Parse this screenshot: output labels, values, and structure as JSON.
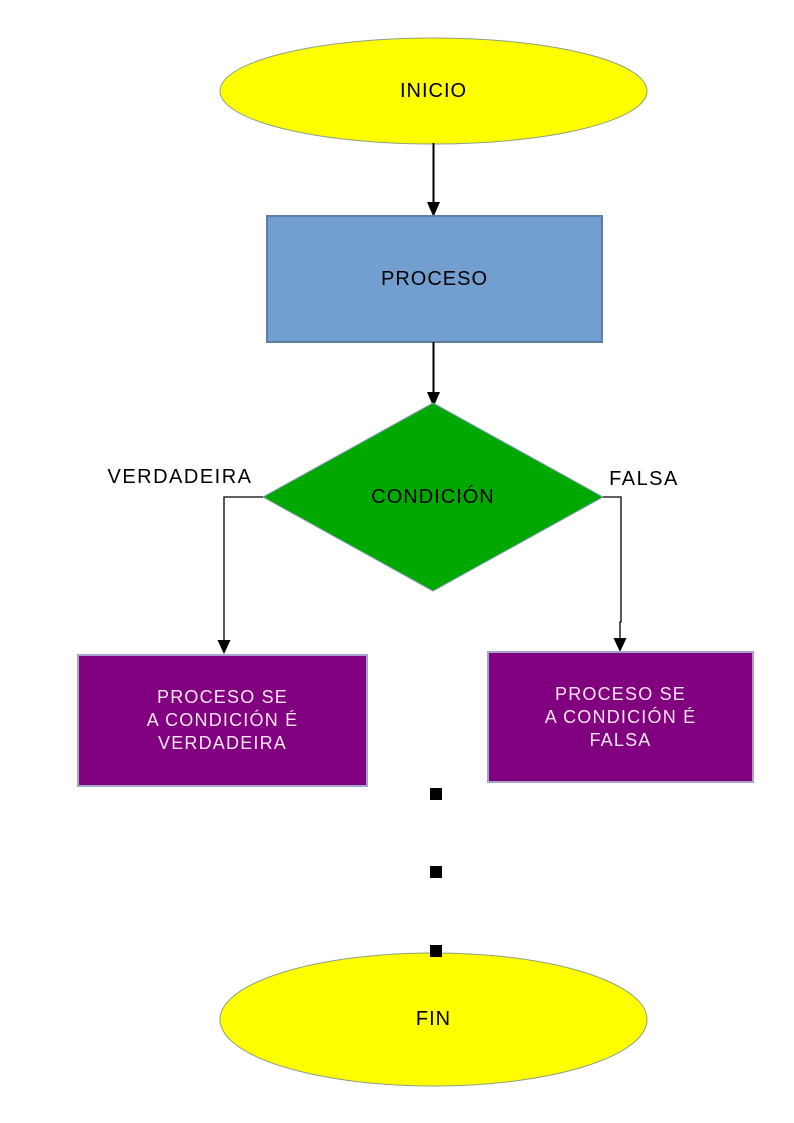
{
  "flowchart": {
    "nodes": {
      "inicio": {
        "label": "INICIO",
        "shape": "ellipse",
        "fill": "#FFFF00"
      },
      "proceso": {
        "label": "PROCESO",
        "shape": "rectangle",
        "fill": "#729FCF"
      },
      "condicion": {
        "label": "CONDICIÓN",
        "shape": "diamond",
        "fill": "#00A800"
      },
      "proceso_verdadeira": {
        "lines": [
          "PROCESO SE",
          "A CONDICIÓN É",
          "VERDADEIRA"
        ],
        "shape": "rectangle",
        "fill": "#800080",
        "text_color": "#FFE6F2"
      },
      "proceso_falsa": {
        "lines": [
          "PROCESO SE",
          "A CONDICIÓN É",
          "FALSA"
        ],
        "shape": "rectangle",
        "fill": "#800080",
        "text_color": "#FFE6F2"
      },
      "fin": {
        "label": "FIN",
        "shape": "ellipse",
        "fill": "#FFFF00"
      }
    },
    "branch_labels": {
      "true": "VERDADEIRA",
      "false": "FALSA"
    },
    "colors": {
      "yellow_fill": "#FFFF00",
      "yellow_stroke": "#8CA080",
      "blue_fill": "#729FCF",
      "blue_stroke": "#5B7FA5",
      "green_fill": "#00A800",
      "green_stroke": "#7E9BAF",
      "purple_fill": "#800080",
      "purple_stroke": "#A3A3CC",
      "connector": "#000000"
    }
  }
}
